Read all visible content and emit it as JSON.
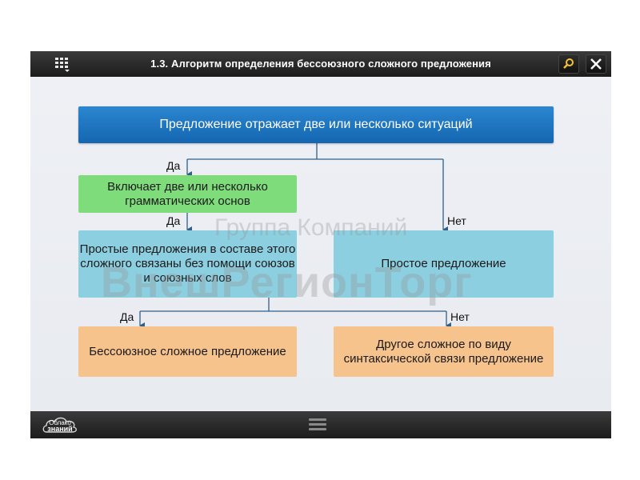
{
  "window": {
    "title": "1.3. Алгоритм определения бессоюзного сложного предложения",
    "menu_icon": "grid-menu-icon",
    "search_icon": "search-icon",
    "close_icon": "close-icon"
  },
  "flowchart": {
    "root": "Предложение отражает две или несколько ситуаций",
    "grammar_bases": "Включает две или несколько грамматических основ",
    "simple_joined": "Простые предложения в составе этого сложного связаны без помощи союзов и союзных слов",
    "simple_sentence": "Простое предложение",
    "asyndetic": "Бессоюзное сложное предложение",
    "other_complex": "Другое сложное по виду синтаксической связи предложение",
    "yes_1": "Да",
    "yes_2": "Да",
    "yes_3": "Да",
    "no_1": "Нет",
    "no_2": "Нет"
  },
  "footer": {
    "logo_line1": "Облако",
    "logo_line2": "знаний"
  },
  "watermark": {
    "line1": "Группа Компаний",
    "line2": "ВнешРегионТорг"
  },
  "colors": {
    "root_box": "#1f77c2",
    "green_box": "#7fdc7b",
    "blue_box": "#8ccfe0",
    "orange_box": "#f6c38d",
    "connector": "#2f5f8a"
  }
}
